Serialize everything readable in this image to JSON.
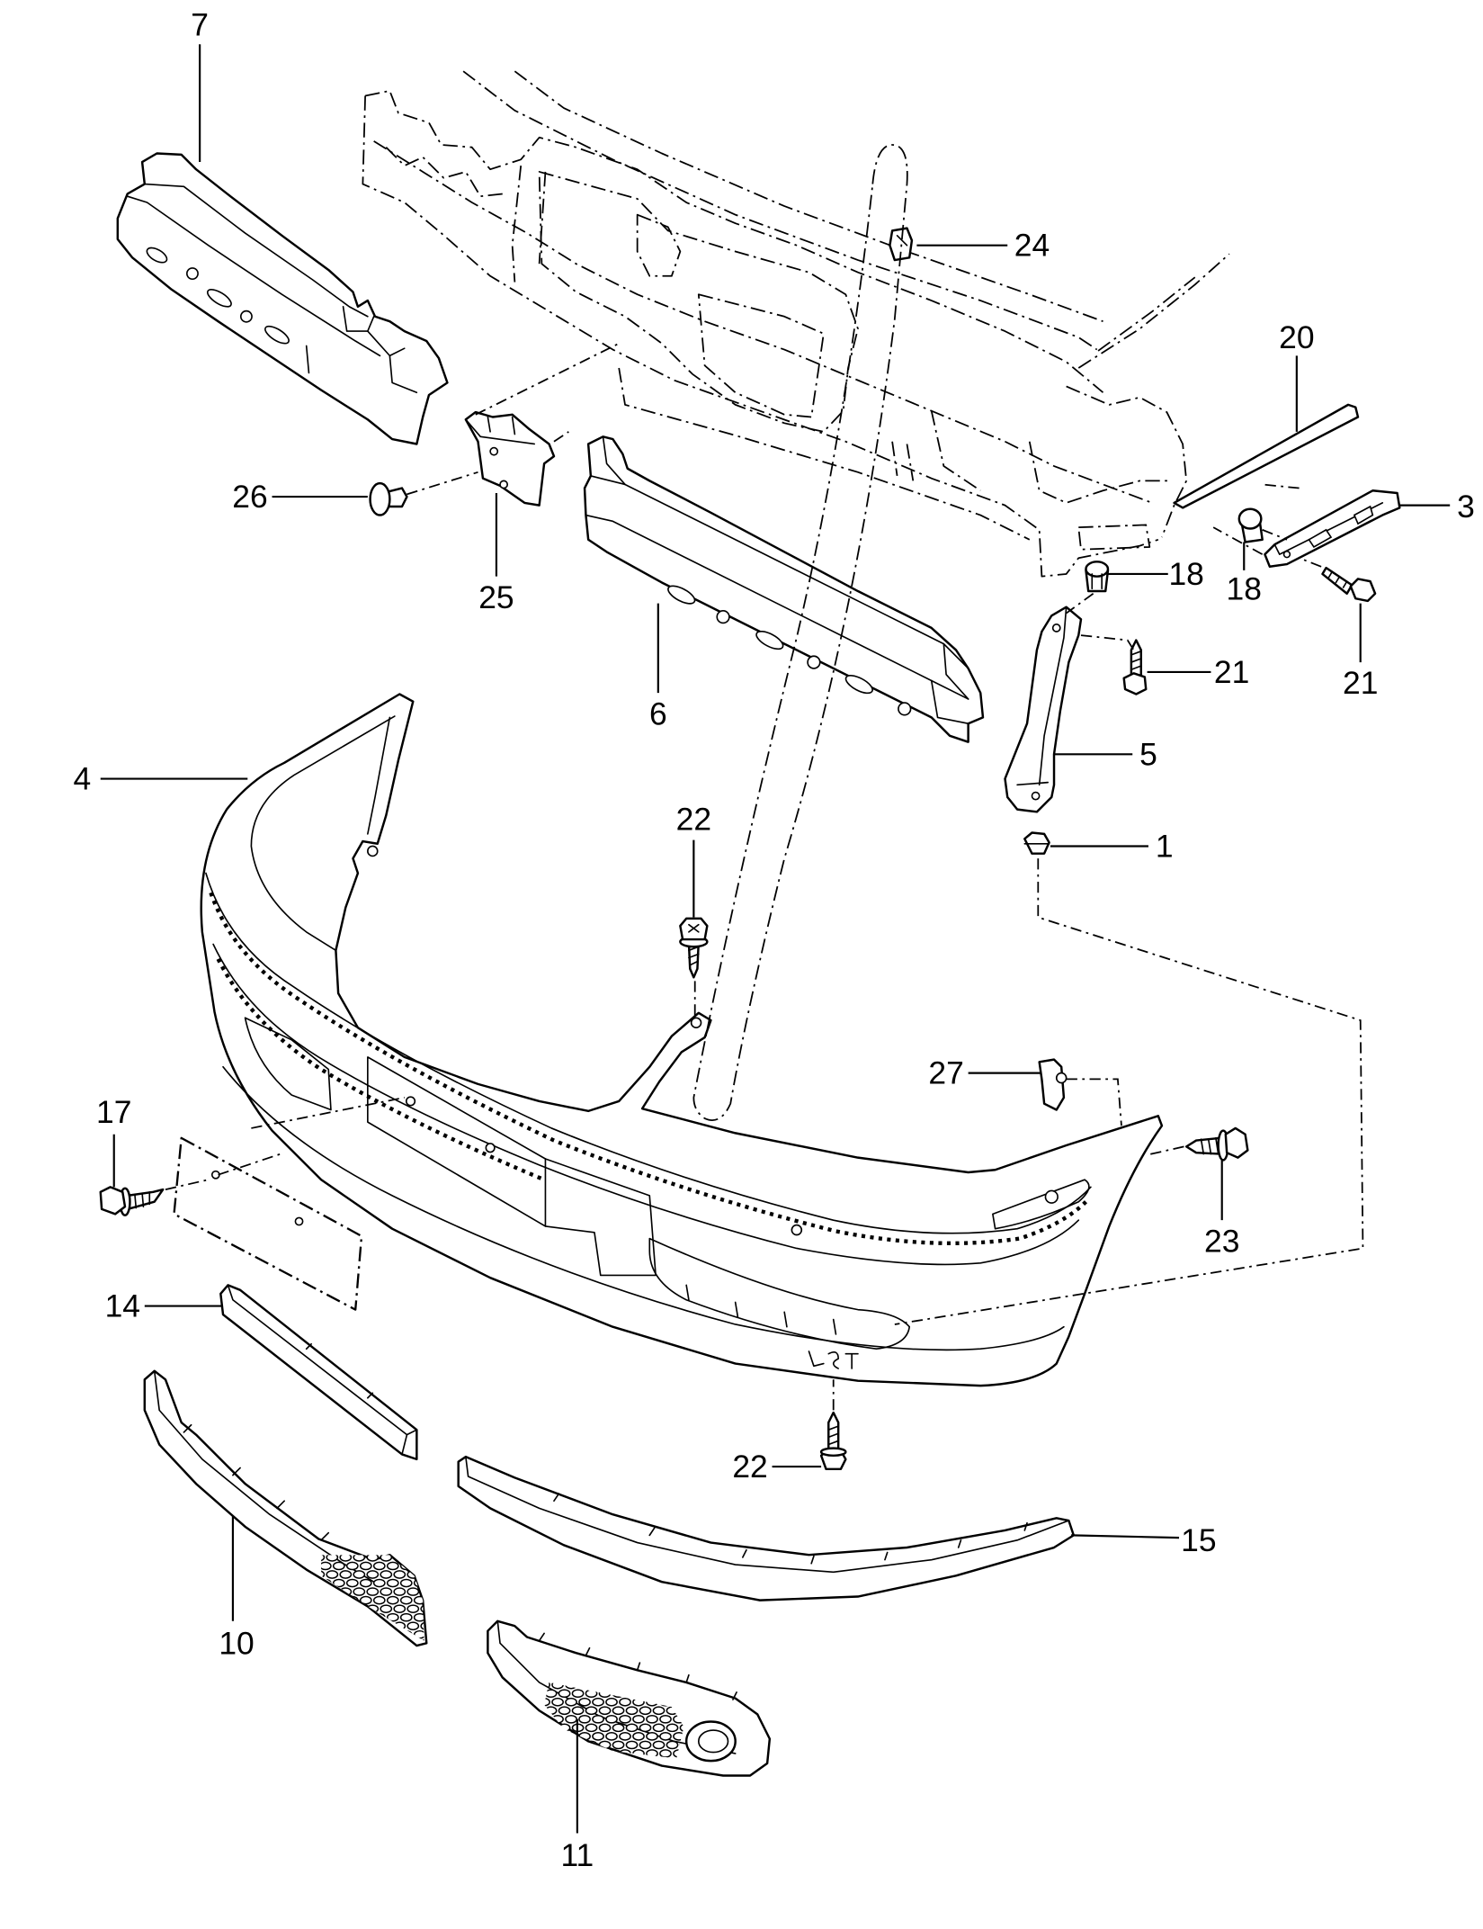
{
  "diagram": {
    "callouts": [
      "7",
      "24",
      "20",
      "3",
      "26",
      "25",
      "18",
      "18",
      "21",
      "21",
      "6",
      "5",
      "4",
      "22",
      "1",
      "27",
      "17",
      "23",
      "14",
      "22",
      "15",
      "10",
      "11"
    ]
  },
  "colors": {
    "line": "#000000",
    "background": "#ffffff"
  }
}
